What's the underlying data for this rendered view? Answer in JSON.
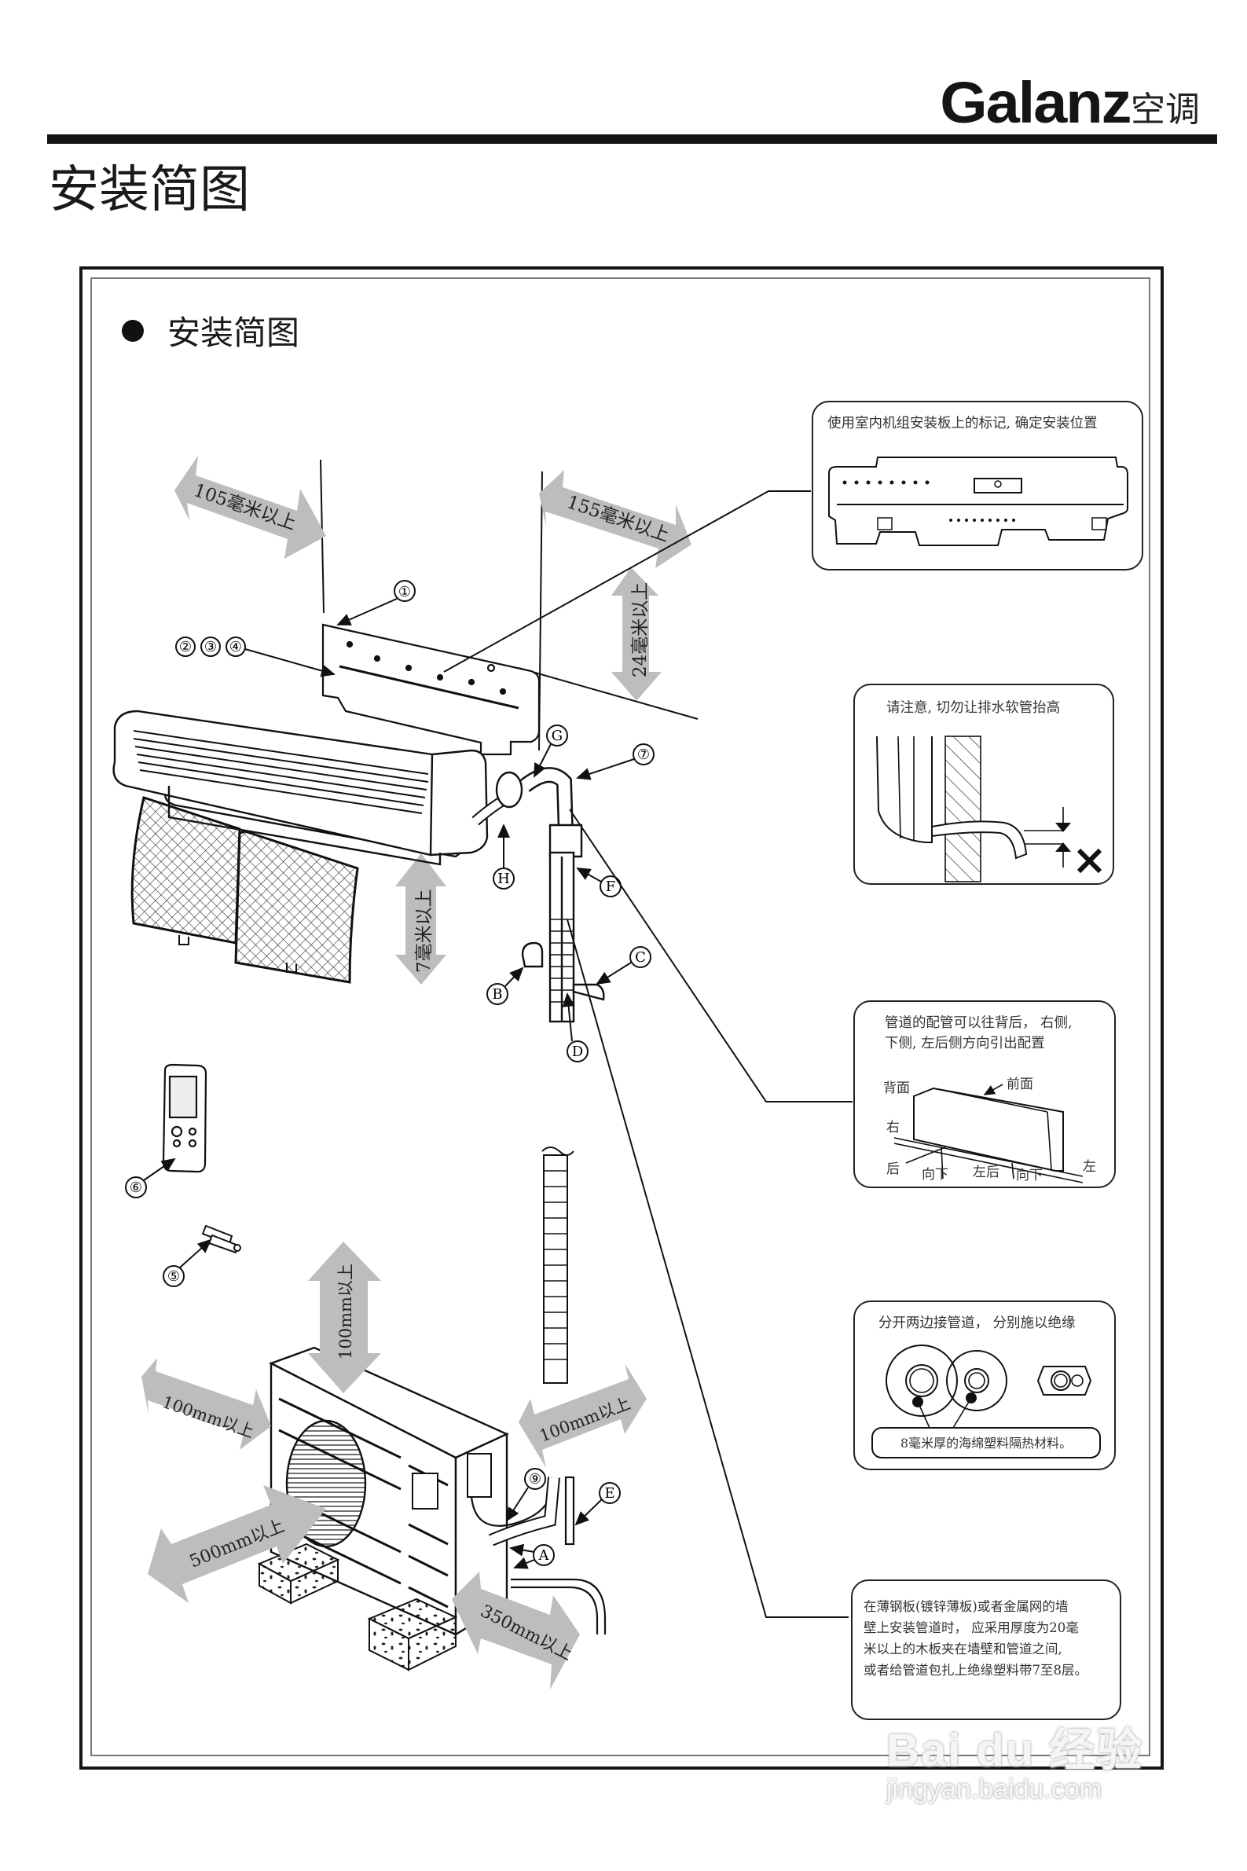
{
  "header": {
    "brand_logo": "Galanz",
    "brand_sub": "空调",
    "page_title": "安装简图"
  },
  "section": {
    "title": "安装简图"
  },
  "clearances": {
    "indoor_left": "105毫米以上",
    "indoor_right": "155毫米以上",
    "indoor_top": "24毫米以上",
    "indoor_bottom": "7毫米以上",
    "outdoor_top": "100mm以上",
    "outdoor_left": "100mm以上",
    "outdoor_right": "100mm以上",
    "outdoor_front": "500mm以上",
    "outdoor_side": "350mm以上"
  },
  "part_labels": {
    "p1": "①",
    "p2": "②",
    "p3": "③",
    "p4": "④",
    "p5": "⑤",
    "p6": "⑥",
    "p7": "⑦",
    "p9": "⑨",
    "A": "A",
    "B": "B",
    "C": "C",
    "D": "D",
    "E": "E",
    "F": "F",
    "G": "G",
    "H": "H"
  },
  "callouts": {
    "mounting_plate": "使用室内机组安装板上的标记, 确定安装位置",
    "drain_hose": "请注意, 切勿让排水软管抬高",
    "piping_directions": {
      "text_line1": "管道的配管可以往背后， 右侧,",
      "text_line2": "下侧, 左后侧方向引出配置",
      "labels": {
        "back": "背面",
        "front": "前面",
        "right": "右",
        "rear": "后",
        "down1": "向下",
        "left_rear": "左后",
        "down2": "向下",
        "left": "左"
      }
    },
    "insulation": {
      "text": "分开两边接管道， 分别施以绝缘",
      "note": "8毫米厚的海绵塑料隔热材料。"
    },
    "metal_wall": {
      "line1": "在薄钢板(镀锌薄板)或者金属网的墙",
      "line2": "壁上安装管道时， 应采用厚度为20毫",
      "line3": "米以上的木板夹在墙壁和管道之间,",
      "line4": "或者给管道包扎上绝缘塑料带7至8层。"
    }
  },
  "watermark": {
    "line1": "Bai du 经验",
    "line2": "jingyan.baidu.com"
  }
}
